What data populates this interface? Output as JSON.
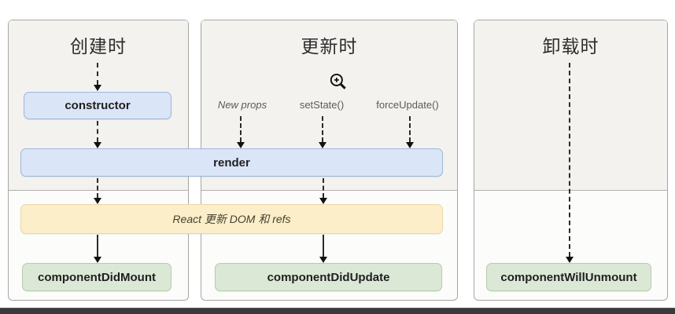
{
  "diagram": {
    "phases": [
      {
        "title": "创建时"
      },
      {
        "title": "更新时"
      },
      {
        "title": "卸载时"
      }
    ],
    "triggers": [
      {
        "label": "New props"
      },
      {
        "label": "setState()"
      },
      {
        "label": "forceUpdate()"
      }
    ],
    "nodes": {
      "constructor": {
        "label": "constructor"
      },
      "render": {
        "label": "render"
      },
      "react_update_dom": {
        "label": "React 更新 DOM 和 refs"
      },
      "component_did_mount": {
        "label": "componentDidMount"
      },
      "component_did_update": {
        "label": "componentDidUpdate"
      },
      "component_will_unmount": {
        "label": "componentWillUnmount"
      }
    },
    "icons": {
      "zoom_cursor": "zoom-in-magnifier-cursor"
    },
    "colors": {
      "lifecycle_blue_bg": "#dbe5f8",
      "lifecycle_blue_border": "#9fb6dc",
      "dom_yellow_bg": "#fbeec8",
      "dom_yellow_border": "#e9d9a8",
      "commit_green_bg": "#dce8d6",
      "commit_green_border": "#b7cbae",
      "panel_top_bg": "#f3f2ef",
      "panel_border": "#a6a6a4"
    }
  }
}
